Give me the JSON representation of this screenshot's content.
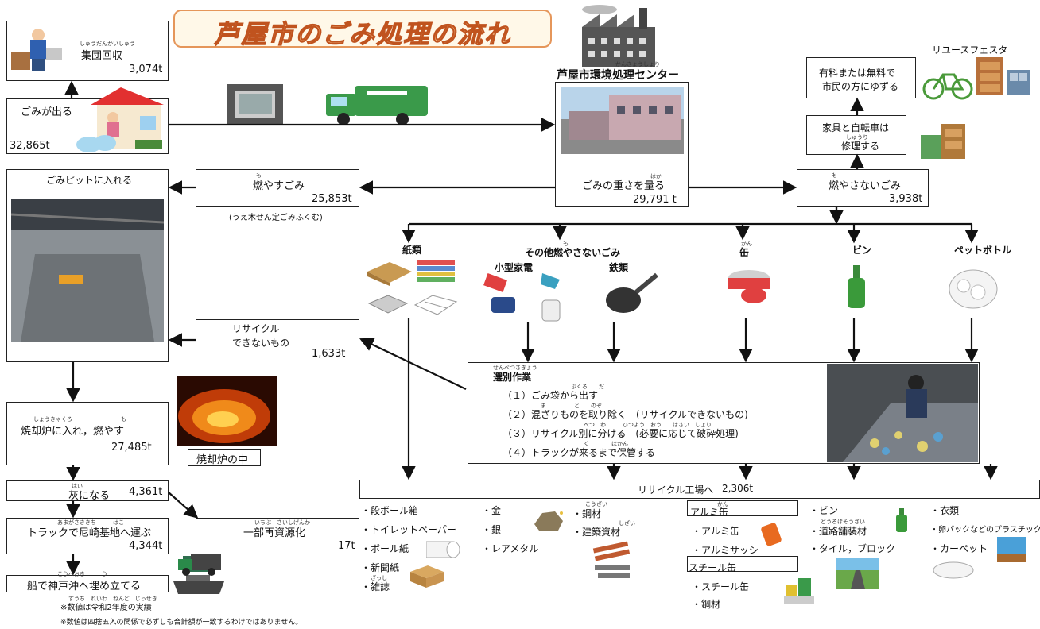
{
  "title": "芦屋市のごみ処理の流れ",
  "center": {
    "ruby": "かんきょうしょり",
    "title": "芦屋市環境処理センター",
    "weigh": "ごみの重さを量る",
    "weigh_ruby": "はか",
    "value": "29,791 t"
  },
  "collection": {
    "ruby": "しゅうだんかいしゅう",
    "label": "集団回収",
    "value": "3,074t"
  },
  "garbage_out": {
    "label": "ごみが出る",
    "value": "32,865t"
  },
  "burnable": {
    "ruby": "も",
    "label": "燃やすごみ",
    "value": "25,853t",
    "note": "(うえ木せん定ごみふくむ)"
  },
  "nonburnable": {
    "ruby": "も",
    "label": "燃やさないごみ",
    "value": "3,938t"
  },
  "pit": {
    "label": "ごみピットに入れる"
  },
  "nonrecyclable": {
    "line1": "リサイクル",
    "line2": "できないもの",
    "value": "1,633t"
  },
  "incinerate": {
    "ruby1": "しょうきゃくろ",
    "ruby2": "も",
    "label": "焼却炉に入れ，燃やす",
    "value": "27,485t",
    "photo_caption": "焼却炉の中"
  },
  "ash": {
    "ruby": "はい",
    "label": "灰になる",
    "value": "4,361t"
  },
  "truck": {
    "ruby": "あまがさききち　　　はこ",
    "label": "トラックで尼崎基地へ運ぶ",
    "value": "4,344t"
  },
  "ship": {
    "ruby": "こうべおき　　　う",
    "label": "船で神戸沖へ埋め立てる"
  },
  "reuse_part": {
    "ruby": "いちぶ　さいしげんか",
    "label": "一部再資源化",
    "value": "17t"
  },
  "reuse_festa": {
    "label": "リユースフェスタ"
  },
  "give": {
    "line1": "有料または無料で",
    "line2": "市民の方にゆずる"
  },
  "repair": {
    "line1": "家具と自転車は",
    "ruby": "しゅうり",
    "line2": "修理する"
  },
  "categories": {
    "paper": "紙類",
    "other_ruby": "も",
    "other": "その他燃やさないごみ",
    "small_appliance": "小型家電",
    "iron": "鉄類",
    "can_ruby": "かん",
    "can": "缶",
    "bottle": "ビン",
    "pet": "ペットボトル"
  },
  "sorting": {
    "ruby": "せんべつさぎょう",
    "title": "選別作業",
    "steps": [
      "（１）ごみ袋から出す",
      "（２）混ざりものを取り除く　(リサイクルできないもの)",
      "（３）リサイクル別に分ける　(必要に応じて破砕処理)",
      "（４）トラックが来るまで保管する"
    ],
    "step_rubies": [
      "ぶくろ　　だ",
      "ま　　　　　と　　のぞ",
      "べつ　わ　　　ひつよう　おう　　はさい　しょり",
      "く　　　　ほかん"
    ]
  },
  "factory": {
    "label": "リサイクル工場へ",
    "value": "2,306t"
  },
  "outputs": {
    "paper": [
      "・段ボール箱",
      "・トイレットペーパー",
      "・ボール紙",
      "・新聞紙",
      "・雑誌"
    ],
    "paper_ruby": "ざっし",
    "metal": [
      "・金",
      "・銀",
      "・レアメタル"
    ],
    "iron": [
      "・鋼材",
      "・建築資材"
    ],
    "iron_rubies": [
      "こうざい",
      "しざい"
    ],
    "alu_head": "アルミ缶",
    "alu": [
      "・アルミ缶",
      "・アルミサッシ"
    ],
    "steel_head": "スチール缶",
    "steel": [
      "・スチール缶",
      "・鋼材"
    ],
    "bottle": [
      "・ビン",
      "・道路舗装材",
      "・タイル，ブロック"
    ],
    "bottle_ruby": "どうろほそうざい",
    "pet": [
      "・衣類",
      "・卵パックなどのプラスチック",
      "・カーペット"
    ]
  },
  "notes": {
    "ruby": "すうち　れいわ　ねんど　じっせき",
    "note1": "※数値は令和2年度の実績",
    "note2": "※数値は四捨五入の関係で必ずしも合計額が一致するわけではありません。"
  },
  "colors": {
    "banner_fill": "#f2b47e",
    "banner_stroke": "#c0531e",
    "truck_green": "#3a9a4a",
    "fire": "#e0601a"
  }
}
